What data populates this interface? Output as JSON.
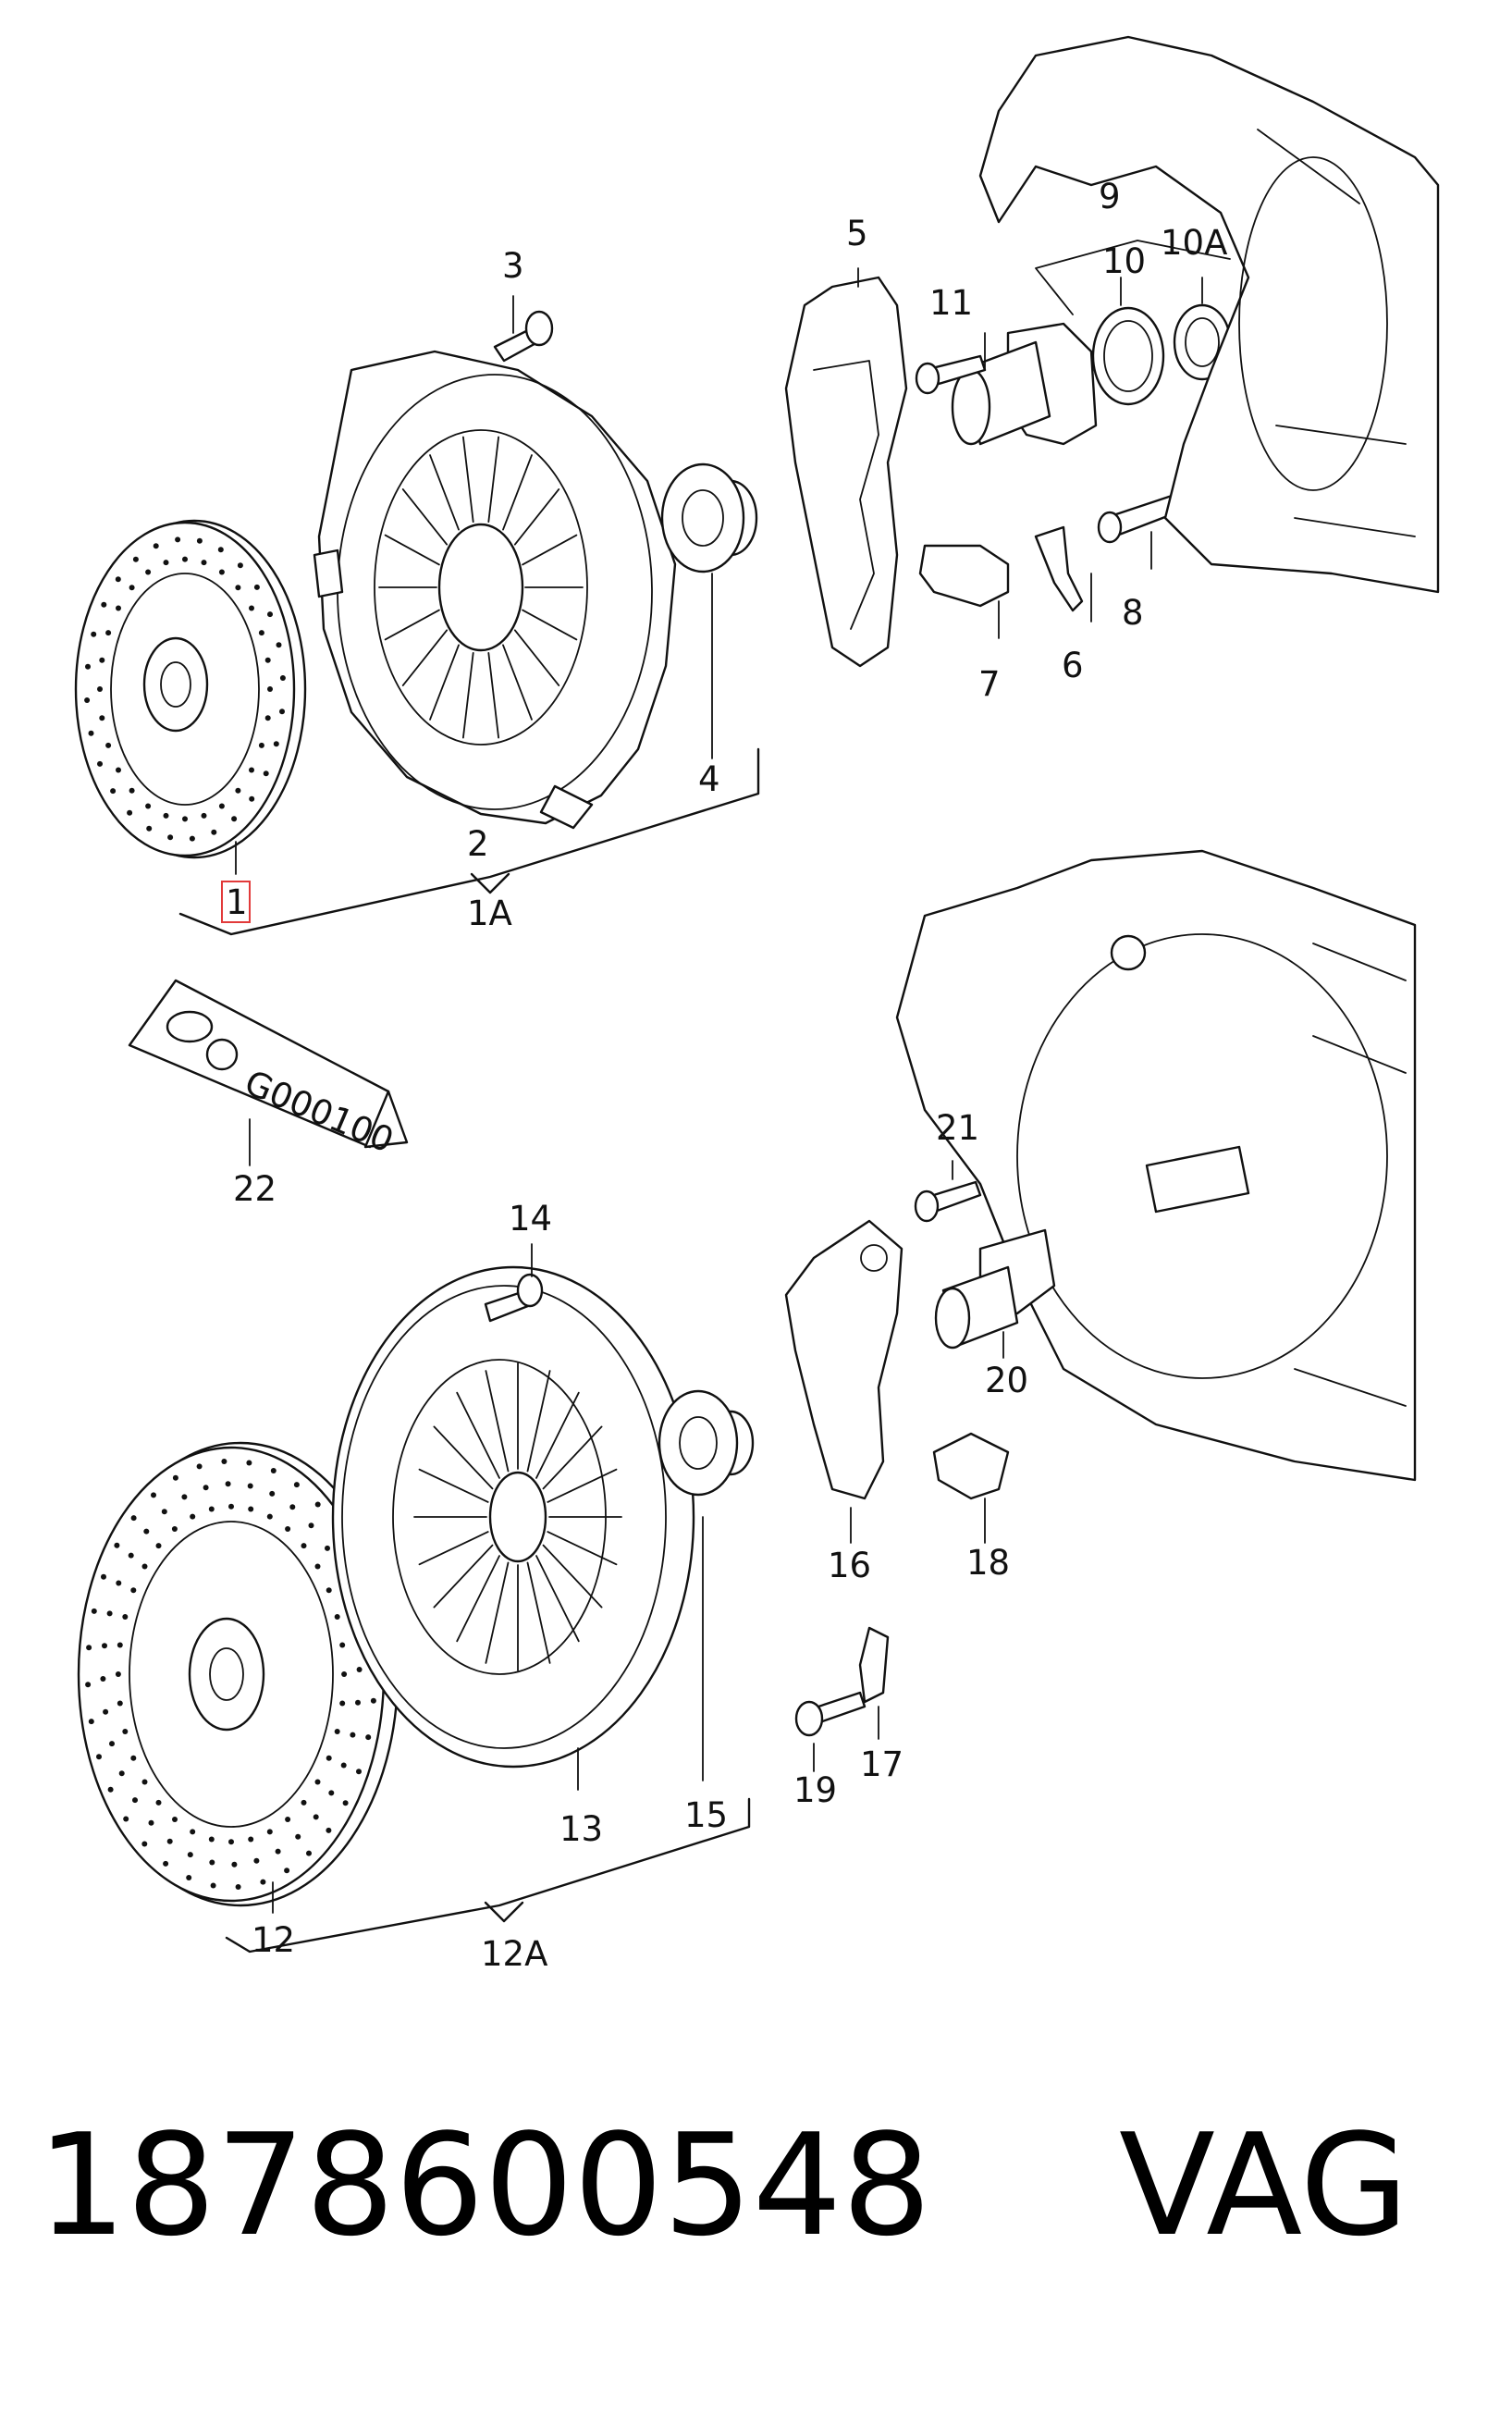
{
  "callouts": {
    "p1": "1",
    "p1a": "1A",
    "p2": "2",
    "p3": "3",
    "p4": "4",
    "p5": "5",
    "p6": "6",
    "p7": "7",
    "p8": "8",
    "p9": "9",
    "p10": "10",
    "p10a": "10A",
    "p11": "11",
    "p12": "12",
    "p12a": "12A",
    "p13": "13",
    "p14": "14",
    "p15": "15",
    "p16": "16",
    "p17": "17",
    "p18": "18",
    "p19": "19",
    "p20": "20",
    "p21": "21",
    "p22": "22"
  },
  "tube_label": "G000100",
  "part_number": "1878600548",
  "brand": "VAG",
  "highlight_color": "#e23a3a"
}
